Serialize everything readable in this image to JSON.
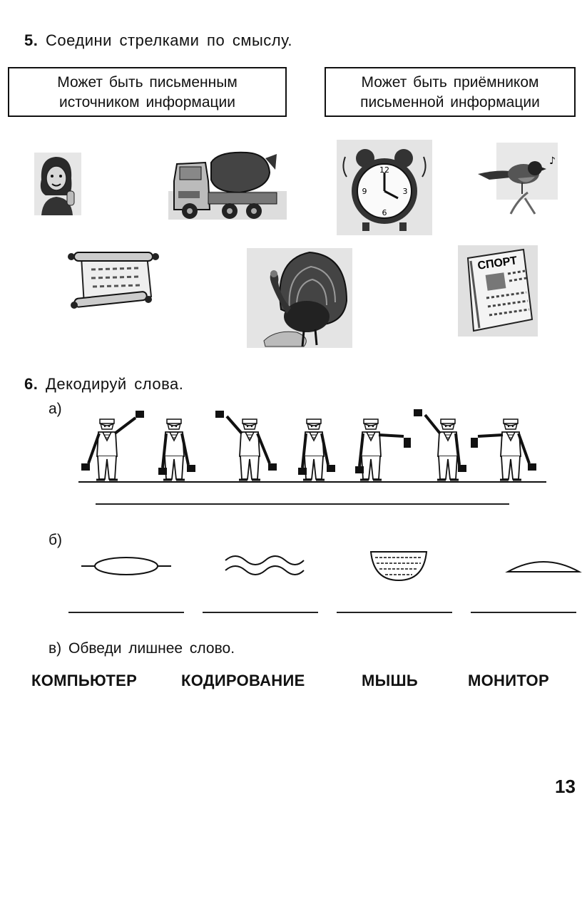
{
  "task5": {
    "number": "5.",
    "title": "Соедини стрелками по смыслу.",
    "box_left": [
      "Может быть письменным",
      "источником информации"
    ],
    "box_right": [
      "Может быть приёмником",
      "письменной информации"
    ],
    "pictures": [
      "girl-icon",
      "concrete-mixer-truck-icon",
      "alarm-clock-icon",
      "bird-icon",
      "scroll-icon",
      "turkey-icon",
      "newspaper-icon"
    ],
    "newspaper_title": "СПОРТ"
  },
  "task6": {
    "number": "6.",
    "title": "Декодируй слова.",
    "part_a": "а)",
    "part_b": "б)",
    "part_c": "в) Обведи лишнее слово.",
    "words": [
      "КОМПЬЮТЕР",
      "КОДИРОВАНИЕ",
      "МЫШЬ",
      "МОНИТОР"
    ]
  },
  "page_number": "13"
}
